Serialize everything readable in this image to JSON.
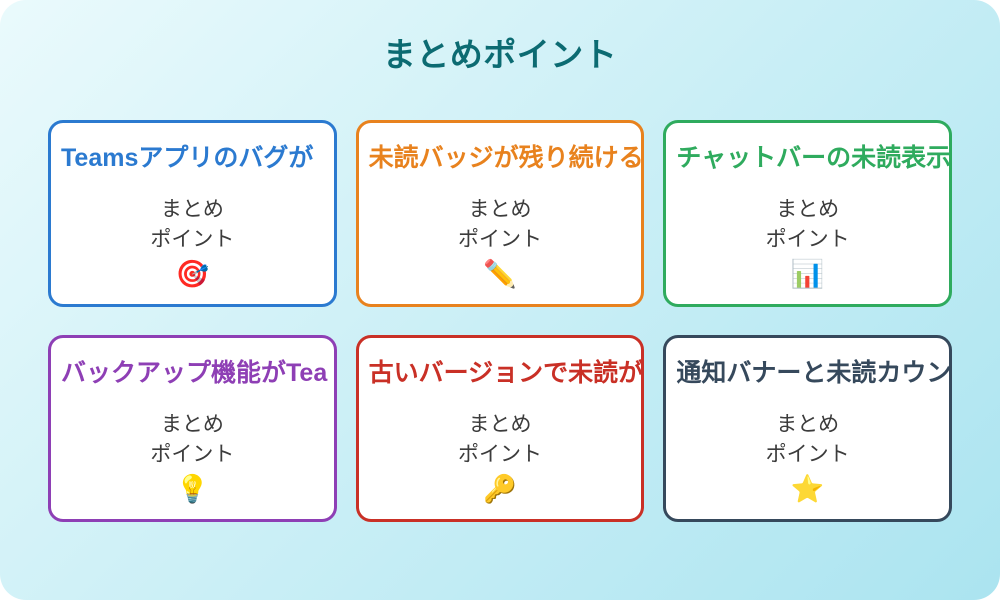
{
  "slide": {
    "title": "まとめポイント",
    "title_color": "#0c6b72",
    "background": {
      "from": "#eafafc",
      "to": "#abe4f0",
      "direction": "135deg",
      "corner_radius": "26px"
    }
  },
  "cards": [
    {
      "heading": "Teamsアプリのバグが",
      "body_lines": [
        "まとめ",
        "ポイント"
      ],
      "icon": "target-dart-icon",
      "icon_glyph": "🎯",
      "accent_color": "#2b7ad0"
    },
    {
      "heading": "未読バッジが残り続ける表",
      "body_lines": [
        "まとめ",
        "ポイント"
      ],
      "icon": "pencil-icon",
      "icon_glyph": "✏️",
      "accent_color": "#e8821e"
    },
    {
      "heading": "チャットバーの未読表示が",
      "body_lines": [
        "まとめ",
        "ポイント"
      ],
      "icon": "bar-chart-icon",
      "icon_glyph": "📊",
      "accent_color": "#2fab5e"
    },
    {
      "heading": "バックアップ機能がTea",
      "body_lines": [
        "まとめ",
        "ポイント"
      ],
      "icon": "lightbulb-icon",
      "icon_glyph": "💡",
      "accent_color": "#8e3fb5"
    },
    {
      "heading": "古いバージョンで未読が消",
      "body_lines": [
        "まとめ",
        "ポイント"
      ],
      "icon": "key-icon",
      "icon_glyph": "🔑",
      "accent_color": "#c93026"
    },
    {
      "heading": "通知バナーと未読カウント",
      "body_lines": [
        "まとめ",
        "ポイント"
      ],
      "icon": "star-icon",
      "icon_glyph": "⭐",
      "accent_color": "#36495c"
    }
  ]
}
